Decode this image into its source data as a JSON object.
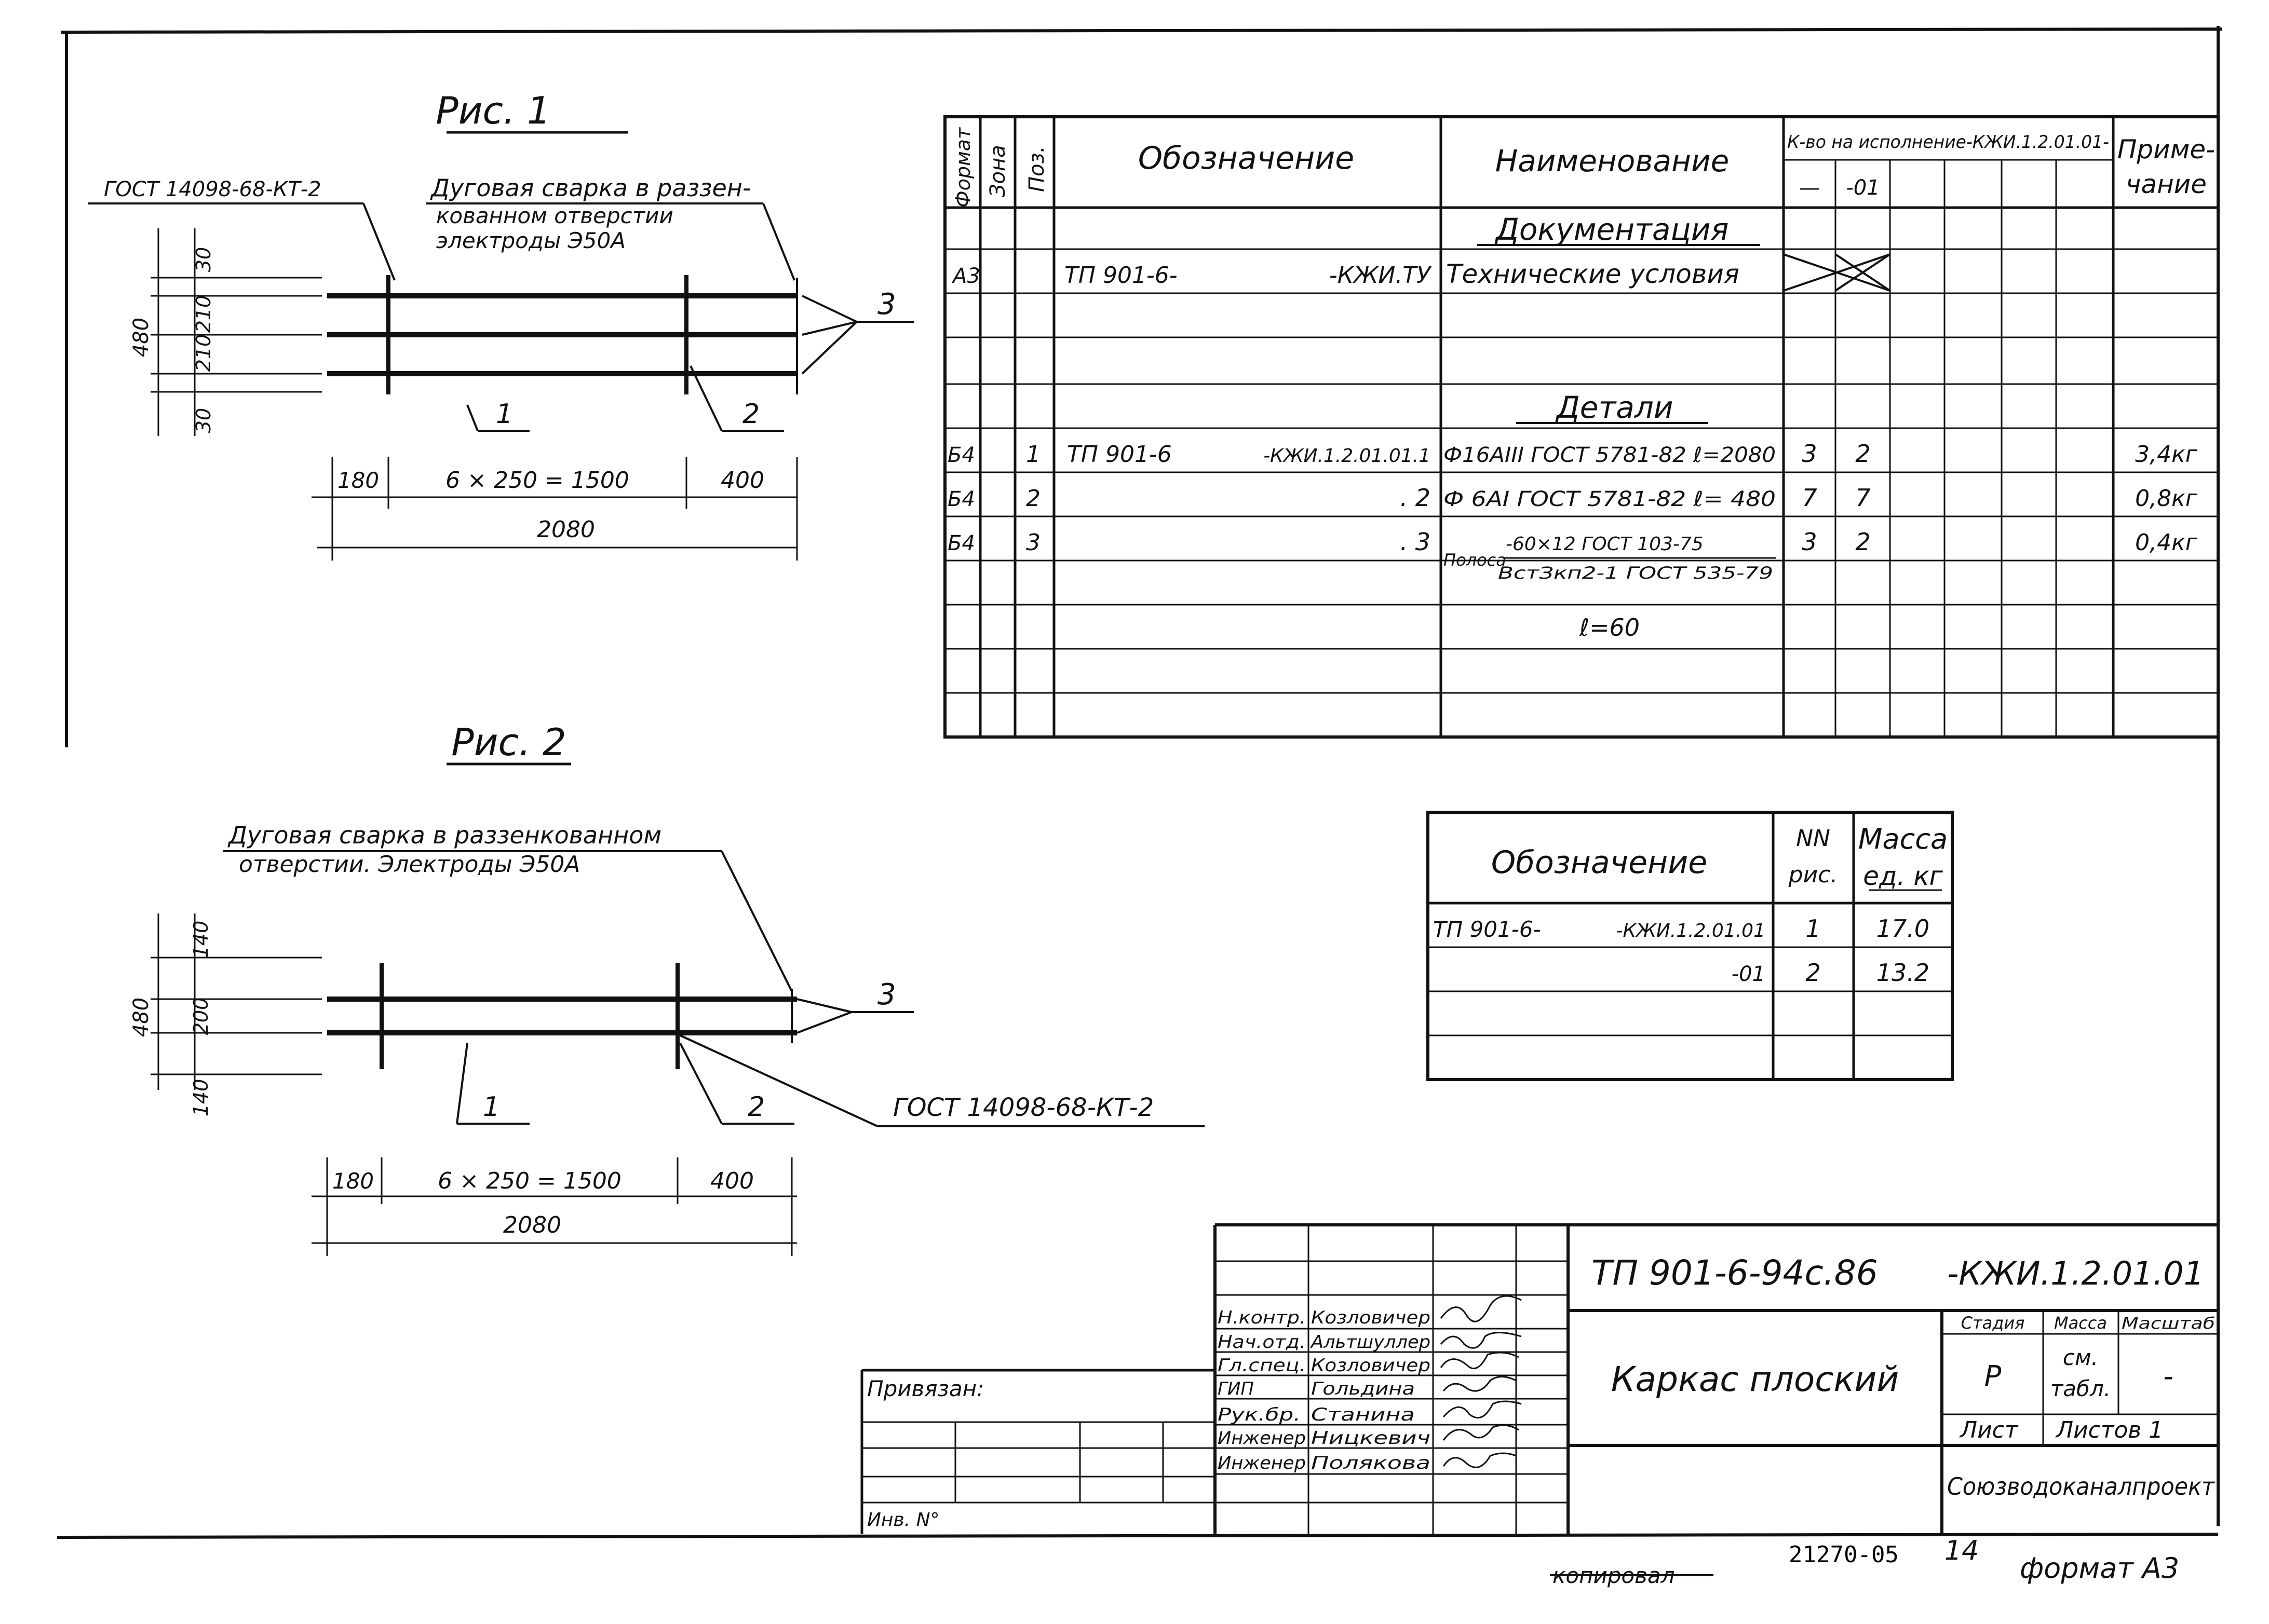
{
  "fig1": {
    "title": "Рис. 1",
    "gost_label": "ГОСТ 14098-68-КТ-2",
    "weld_line1": "Дуговая сварка в раззен-",
    "weld_line2": "кованном отверстии",
    "weld_line3": "электроды Э50А",
    "pos1": "1",
    "pos2": "2",
    "pos3": "3",
    "dim_30a": "30",
    "dim_210a": "210",
    "dim_210b": "210",
    "dim_30b": "30",
    "dim_480": "480",
    "dim_180": "180",
    "dim_spacing": "6 × 250 = 1500",
    "dim_400": "400",
    "dim_total": "2080"
  },
  "fig2": {
    "title": "Рис. 2",
    "weld_line1": "Дуговая сварка в раззенкованном",
    "weld_line2": "отверстии. Электроды Э50А",
    "gost_label": "ГОСТ 14098-68-КТ-2",
    "pos1": "1",
    "pos2": "2",
    "pos3": "3",
    "dim_140a": "140",
    "dim_200": "200",
    "dim_140b": "140",
    "dim_480": "480",
    "dim_180": "180",
    "dim_spacing": "6 × 250 = 1500",
    "dim_400": "400",
    "dim_total": "2080"
  },
  "spec": {
    "headers": {
      "format": "Формат",
      "zone": "Зона",
      "pos": "Поз.",
      "designation": "Обозначение",
      "name": "Наименование",
      "qty_group": "К-во на исполнение-КЖИ.1.2.01.01-",
      "qty_dash": "—",
      "qty_01": "-01",
      "note_line1": "Приме-",
      "note_line2": "чание"
    },
    "section_docs": "Документация",
    "section_parts": "Детали",
    "row_doc": {
      "format": "А3",
      "designation_a": "ТП 901-6-",
      "designation_b": "-КЖИ.ТУ",
      "name": "Технические условия"
    },
    "rows": [
      {
        "format": "Б4",
        "pos": "1",
        "designation_a": "ТП 901-6",
        "designation_b": "-КЖИ.1.2.01.01.1",
        "name": "Ф16АIII ГОСТ 5781-82 ℓ=2080",
        "q1": "3",
        "q2": "2",
        "note": "3,4кг"
      },
      {
        "format": "Б4",
        "pos": "2",
        "designation_a": "",
        "designation_b": ". 2",
        "name": "Ф 6АI ГОСТ 5781-82 ℓ= 480",
        "q1": "7",
        "q2": "7",
        "note": "0,8кг"
      },
      {
        "format": "Б4",
        "pos": "3",
        "designation_a": "",
        "designation_b": ". 3",
        "name_prefix": "Полоса",
        "name_top": "-60×12 ГОСТ 103-75",
        "name_bottom": "ВстЗкп2-1 ГОСТ 535-79",
        "q1": "3",
        "q2": "2",
        "note": "0,4кг"
      }
    ],
    "length_note": "ℓ=60"
  },
  "mass_table": {
    "col1": "Обозначение",
    "col2_line1": "NN",
    "col2_line2": "рис.",
    "col3_line1": "Масса",
    "col3_line2": "ед. кг",
    "rows": [
      {
        "designation_a": "ТП 901-6-",
        "designation_b": "-КЖИ.1.2.01.01",
        "fig": "1",
        "mass": "17.0"
      },
      {
        "designation_a": "",
        "designation_b": "-01",
        "fig": "2",
        "mass": "13.2"
      }
    ]
  },
  "title_block": {
    "doc_code_a": "ТП 901-6-94с.86",
    "doc_code_b": "-КЖИ.1.2.01.01",
    "title": "Каркас плоский",
    "roles": [
      {
        "role": "Н.контр.",
        "person": "Козловичер"
      },
      {
        "role": "Нач.отд.",
        "person": "Альтшуллер"
      },
      {
        "role": "Гл.спец.",
        "person": "Козловичер"
      },
      {
        "role": "ГИП",
        "person": "Гольдина"
      },
      {
        "role": "Рук.бр.",
        "person": "Станина"
      },
      {
        "role": "Инженер",
        "person": "Ницкевич"
      },
      {
        "role": "Инженер",
        "person": "Полякова"
      }
    ],
    "stage_label": "Стадия",
    "mass_label": "Масса",
    "scale_label": "Масштаб",
    "stage_value": "Р",
    "mass_value_1": "см.",
    "mass_value_2": "табл.",
    "scale_value": "-",
    "sheet_label": "Лист",
    "sheets_label": "Листов 1",
    "organization": "Союзводоканалпроект",
    "bound_label": "Привязан:",
    "inv_label": "Инв. N°"
  },
  "footer": {
    "copied": "копировал",
    "number": "21270-05",
    "page": "14",
    "format": "формат А3"
  }
}
